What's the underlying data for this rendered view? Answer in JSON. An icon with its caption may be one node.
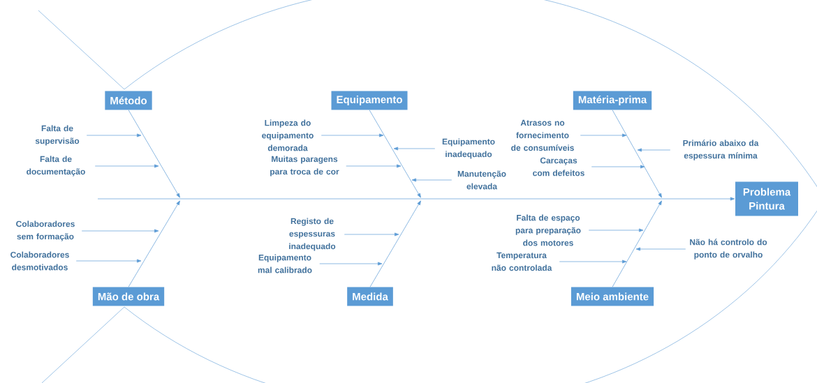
{
  "diagram": {
    "nodes": [
      {
        "text": [
          "Método"
        ]
      },
      {
        "text": [
          "Equipamento"
        ]
      },
      {
        "text": [
          "Matéria-prima"
        ]
      },
      {
        "text": [
          "Falta de supervisão"
        ]
      },
      {
        "text": [
          "Limpeza do equipamento demorada"
        ]
      },
      {
        "text": [
          "Atrasos no fornecimento de consumíveis"
        ]
      },
      {
        "text": [
          "Equipamento inadequado"
        ]
      },
      {
        "text": [
          "Primário abaixo da espessura mínima"
        ]
      },
      {
        "text": [
          "Falta de documentação"
        ]
      },
      {
        "text": [
          "Muitas paragens para troca de cor"
        ]
      },
      {
        "text": [
          "Carcaças com defeitos"
        ]
      },
      {
        "text": [
          "Manutenção elevada"
        ]
      },
      {
        "text": [
          "Problema Pintura"
        ]
      },
      {
        "text": [
          "Colaboradores sem formação"
        ]
      },
      {
        "text": [
          "Falta de espaço para preparação dos motores"
        ]
      },
      {
        "text": [
          "Registo de espessuras inadequado"
        ]
      },
      {
        "text": [
          "Não há controlo do ponto de orvalho"
        ]
      },
      {
        "text": [
          "Colaboradores desmotivados"
        ]
      },
      {
        "text": [
          "Equipamento mal calibrado"
        ]
      },
      {
        "text": [
          "Temperatura não controlada"
        ]
      },
      {
        "text": [
          "Mão de obra"
        ]
      },
      {
        "text": [
          "Medida"
        ]
      },
      {
        "text": [
          "Meio ambiente"
        ]
      }
    ],
    "edges": [
      {
        "from": null,
        "to": 12,
        "arrow": "to"
      },
      {
        "from": 0,
        "to": null,
        "arrow": "to"
      },
      {
        "from": 1,
        "to": null,
        "arrow": "to"
      },
      {
        "from": 2,
        "to": null,
        "arrow": "to"
      },
      {
        "from": 20,
        "to": null,
        "arrow": "to"
      },
      {
        "from": 21,
        "to": null,
        "arrow": "to"
      },
      {
        "from": 22,
        "to": null,
        "arrow": "to"
      },
      {
        "from": 3,
        "to": null,
        "arrow": "to"
      },
      {
        "from": 8,
        "to": null,
        "arrow": "to"
      },
      {
        "from": 13,
        "to": null,
        "arrow": "to"
      },
      {
        "from": 17,
        "to": null,
        "arrow": "to"
      },
      {
        "from": 4,
        "to": null,
        "arrow": "to"
      },
      {
        "from": 9,
        "to": null,
        "arrow": "to"
      },
      {
        "from": 6,
        "to": null,
        "arrow": "to"
      },
      {
        "from": 11,
        "to": null,
        "arrow": "to"
      },
      {
        "from": 15,
        "to": null,
        "arrow": "to"
      },
      {
        "from": 18,
        "to": null,
        "arrow": "to"
      },
      {
        "from": 5,
        "to": null,
        "arrow": "to"
      },
      {
        "from": 10,
        "to": null,
        "arrow": "to"
      },
      {
        "from": 7,
        "to": null,
        "arrow": "to"
      },
      {
        "from": 14,
        "to": null,
        "arrow": "to"
      },
      {
        "from": 19,
        "to": null,
        "arrow": "to"
      },
      {
        "from": 16,
        "to": null,
        "arrow": "to"
      }
    ]
  }
}
